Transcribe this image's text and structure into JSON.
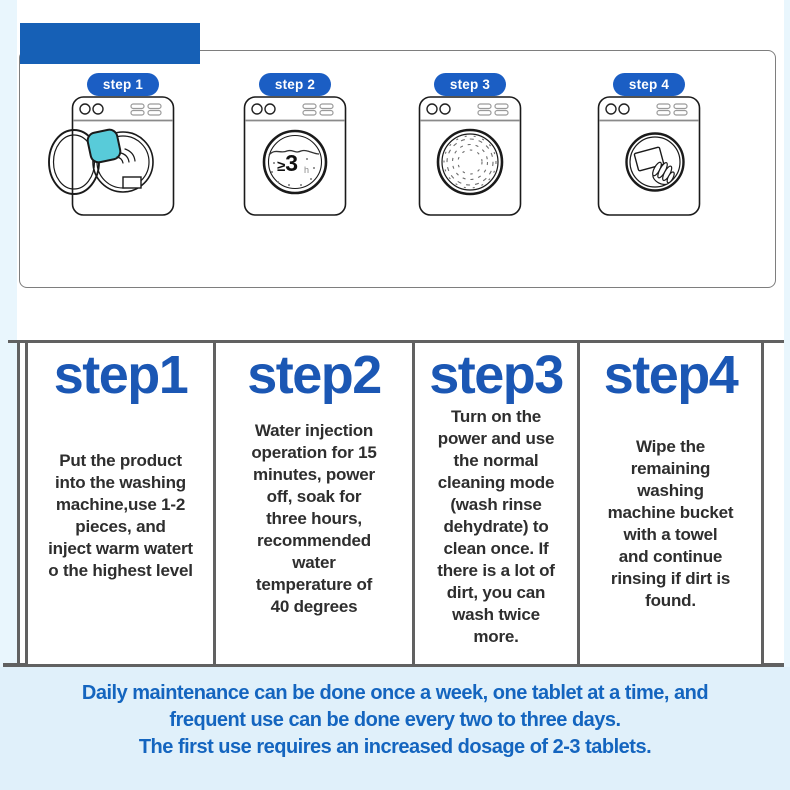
{
  "colors": {
    "header_blue": "#1660b6",
    "badge_blue": "#1b5ec4",
    "heading_blue": "#1b57b4",
    "note_blue": "#1465bf",
    "light_blue_bg": "#e9f6fd",
    "footer_bg": "#e0f0fa",
    "table_line_gray": "#616161",
    "tablet_teal": "#58cbd9"
  },
  "diagram": {
    "badges": [
      "step 1",
      "step 2",
      "step 3",
      "step 4"
    ],
    "soak_duration": {
      "symbol": "≥",
      "value": "3",
      "unit": "h"
    }
  },
  "steps": [
    {
      "title": "step1",
      "text": "Put the product\ninto the washing\nmachine,use 1-2\npieces, and\ninject warm watert\no the highest level"
    },
    {
      "title": "step2",
      "text": "Water injection\noperation for 15\nminutes, power\noff, soak for\nthree hours,\nrecommended\nwater\ntemperature of\n40 degrees"
    },
    {
      "title": "step3",
      "text": "Turn on the\npower and use\nthe normal\ncleaning mode\n(wash rinse\ndehydrate) to\nclean once. If\nthere is a lot of\ndirt, you can\nwash twice\nmore."
    },
    {
      "title": "step4",
      "text": "Wipe the\nremaining\nwashing\nmachine bucket\nwith a towel\nand continue\nrinsing if dirt is\nfound."
    }
  ],
  "footer": {
    "line1": "Daily maintenance can be done once a week, one tablet at a time, and",
    "line2": "frequent use can be done every two to three days.",
    "line3": "The first use requires an increased dosage of 2-3 tablets."
  }
}
